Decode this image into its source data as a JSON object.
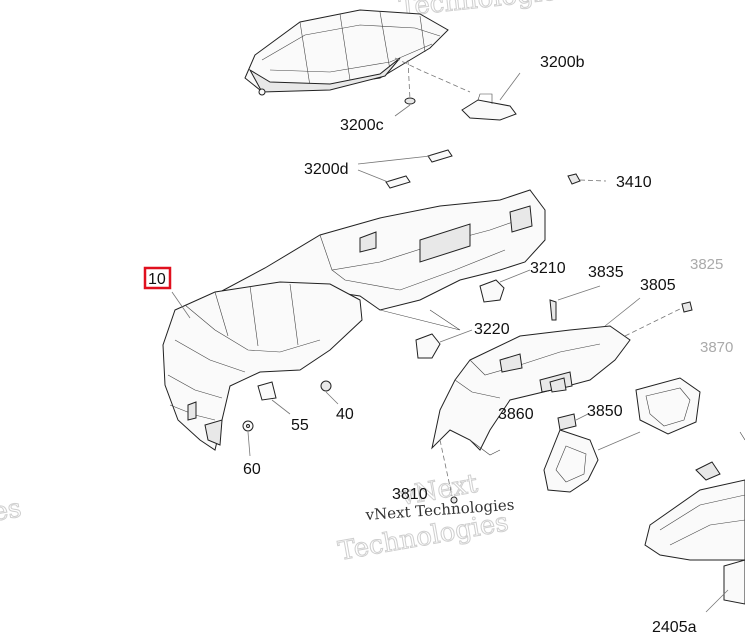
{
  "labels": {
    "l3200b": "3200b",
    "l3200c": "3200c",
    "l3200d": "3200d",
    "l3410": "3410",
    "l3210": "3210",
    "l3835": "3835",
    "l3805": "3805",
    "l3825": "3825",
    "l3870": "3870",
    "l3220": "3220",
    "l10": "10",
    "l55": "55",
    "l40": "40",
    "l60": "60",
    "l3860": "3860",
    "l3850": "3850",
    "l3810": "3810",
    "l2405a": "2405a"
  },
  "watermarks": {
    "top": "Technologies",
    "center_small": "vNext Technologies",
    "center_large": "Technologies",
    "center_vnext": "vNext",
    "left_edge": "es"
  },
  "highlight_color": "#e0101e"
}
